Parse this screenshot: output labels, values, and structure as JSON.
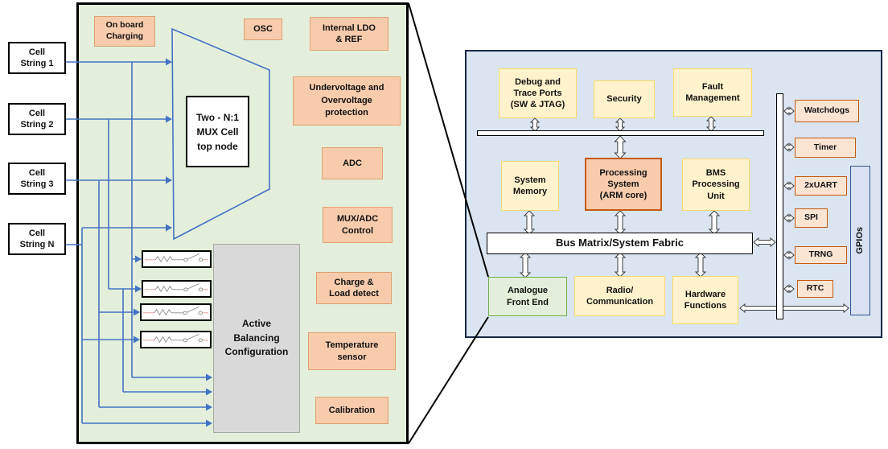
{
  "left_panel": {
    "title_implied": "Analogue Front End detail",
    "cell_strings": [
      "Cell\nString 1",
      "Cell\nString 2",
      "Cell\nString 3",
      "Cell\nString N"
    ],
    "on_board_charging": "On board\nCharging",
    "mux_label": "Two - N:1\nMUX Cell\ntop node",
    "features": {
      "osc": "OSC",
      "ldo": "Internal LDO\n& REF",
      "uvov": "Undervoltage and\nOvervoltage\nprotection",
      "adc": "ADC",
      "muxadc": "MUX/ADC\nControl",
      "charge": "Charge &\nLoad detect",
      "temp": "Temperature\nsensor",
      "cal": "Calibration"
    },
    "active_balancing": "Active\nBalancing\nConfiguration"
  },
  "right_panel": {
    "debug": "Debug and\nTrace Ports\n(SW & JTAG)",
    "security": "Security",
    "fault": "Fault\nManagement",
    "system_memory": "System\nMemory",
    "processing": "Processing\nSystem\n(ARM core)",
    "bms": "BMS\nProcessing\nUnit",
    "bus_matrix": "Bus Matrix/System Fabric",
    "afe": "Analogue\nFront End",
    "radio": "Radio/\nCommunication",
    "hw": "Hardware\nFunctions",
    "peripherals": [
      "Watchdogs",
      "Timer",
      "2xUART",
      "SPI",
      "TRNG",
      "RTC"
    ],
    "gpios": "GPIOs"
  },
  "colors": {
    "left_panel_bg": "#e3efda",
    "right_panel_bg": "#dbe5f1",
    "peach_block": "#f8cbad",
    "yellow_block": "#fff2cc",
    "yellow_border": "#fed966",
    "periph_block": "#fce4d3",
    "periph_border": "#c55a11",
    "afe_border": "#70ad47",
    "gpio_block": "#d9e1f2",
    "gpio_border": "#2e5395",
    "gray_block": "#d9d9d9",
    "wire_blue": "#4472c4"
  }
}
